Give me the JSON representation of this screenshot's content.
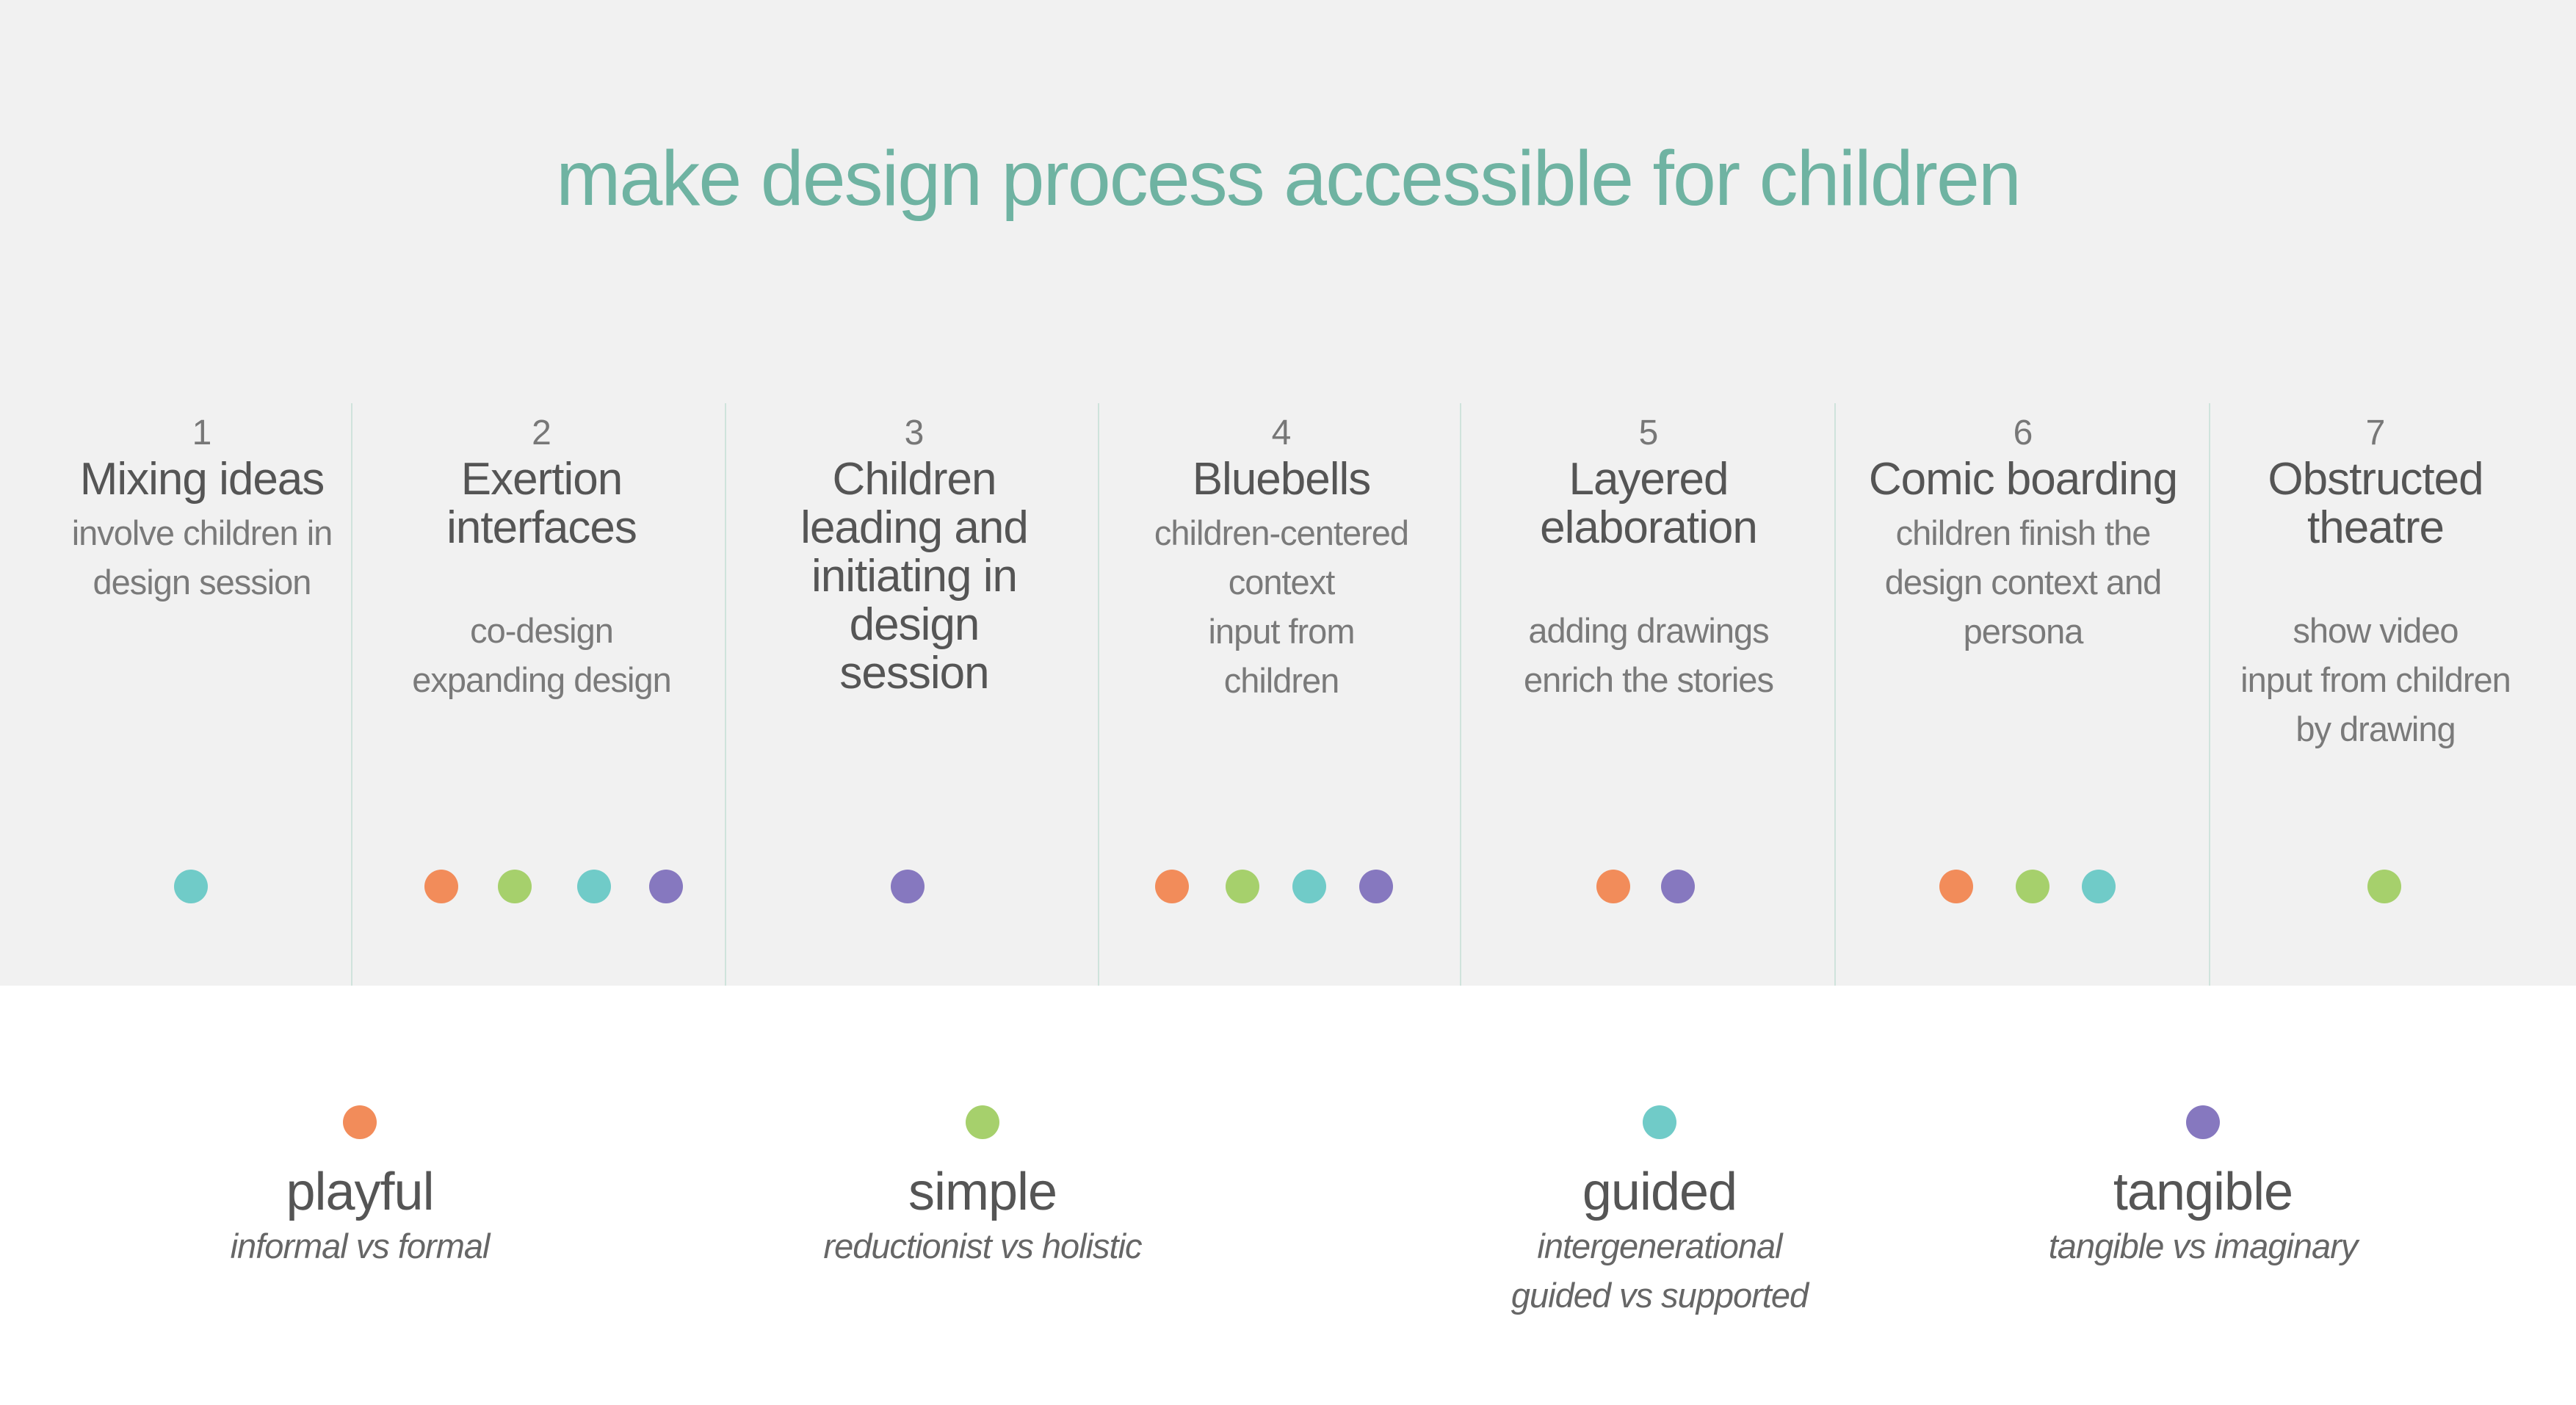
{
  "title": "make design process accessible for children",
  "colors": {
    "title": "#6fb3a2",
    "playful": "#f28c5a",
    "simple": "#a6d06c",
    "guided": "#70cbc8",
    "tangible": "#8678bf",
    "panel": "#f1f1f1",
    "divider": "#cfe3dc"
  },
  "methods": [
    {
      "number": "1",
      "title": "Mixing ideas",
      "description": "involve children in\ndesign session",
      "tags": [
        "guided"
      ]
    },
    {
      "number": "2",
      "title": "Exertion\ninterfaces",
      "description": "co-design\nexpanding design",
      "tags": [
        "playful",
        "simple",
        "guided",
        "tangible"
      ]
    },
    {
      "number": "3",
      "title": "Children\nleading and\ninitiating in\ndesign\nsession",
      "description": "",
      "tags": [
        "tangible"
      ]
    },
    {
      "number": "4",
      "title": "Bluebells",
      "description": "children-centered\ncontext\ninput from\nchildren",
      "tags": [
        "playful",
        "simple",
        "guided",
        "tangible"
      ]
    },
    {
      "number": "5",
      "title": "Layered\nelaboration",
      "description": "adding drawings\nenrich the stories",
      "tags": [
        "playful",
        "tangible"
      ]
    },
    {
      "number": "6",
      "title": "Comic boarding",
      "description": "children finish the\ndesign context and\npersona",
      "tags": [
        "playful",
        "simple",
        "guided"
      ]
    },
    {
      "number": "7",
      "title": "Obstructed\ntheatre",
      "description": "show video\ninput from children\nby drawing",
      "tags": [
        "simple"
      ]
    }
  ],
  "legend": [
    {
      "key": "playful",
      "label": "playful",
      "sub": "informal vs formal"
    },
    {
      "key": "simple",
      "label": "simple",
      "sub": "reductionist vs holistic"
    },
    {
      "key": "guided",
      "label": "guided",
      "sub": "intergenerational\nguided vs supported"
    },
    {
      "key": "tangible",
      "label": "tangible",
      "sub": "tangible vs imaginary"
    }
  ]
}
